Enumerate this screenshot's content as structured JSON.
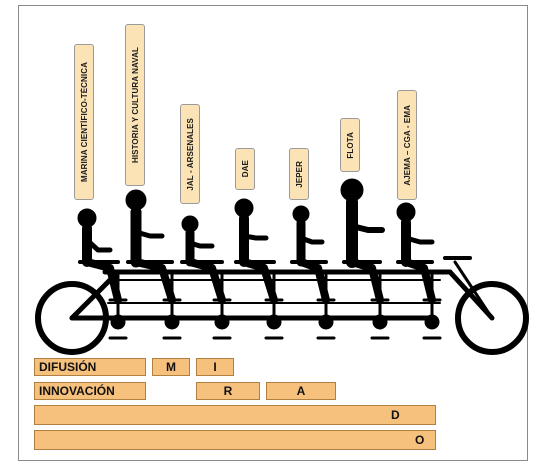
{
  "riders": [
    {
      "label": "MARINA CIENTÍFICO-TÉCNICA"
    },
    {
      "label": "HISTORIA Y CULTURA NAVAL"
    },
    {
      "label": "JAL - ARSENALES"
    },
    {
      "label": "DAE"
    },
    {
      "label": "JEPER"
    },
    {
      "label": "FLOTA"
    },
    {
      "label": "AJEMA – CGA - EMA"
    }
  ],
  "bars": {
    "difusion": "DIFUSIÓN",
    "m": "M",
    "i": "I",
    "innovacion": "INNOVACIÓN",
    "r": "R",
    "a": "A",
    "d": "D",
    "o": "O"
  },
  "colors": {
    "label_fill": "#fbe3b5",
    "bar_fill": "#f6c17c",
    "ink": "#000000"
  }
}
